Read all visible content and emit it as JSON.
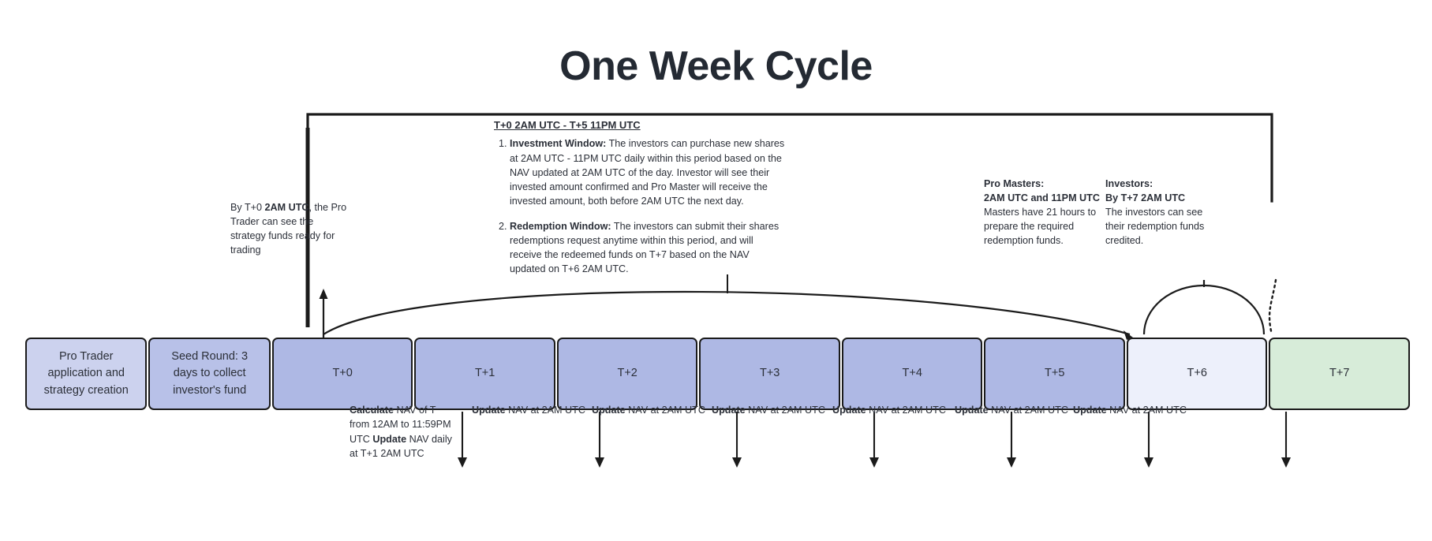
{
  "title": "One Week Cycle",
  "timeline": {
    "boxes": [
      {
        "label": "Pro Trader application and strategy creation",
        "color": "#ccd2ee",
        "width": 150
      },
      {
        "label": "Seed Round: 3 days  to collect investor's fund",
        "color": "#b8c1e8",
        "width": 150
      },
      {
        "label": "T+0",
        "color": "#aeb8e4",
        "width": 174
      },
      {
        "label": "T+1",
        "color": "#aeb8e4",
        "width": 174
      },
      {
        "label": "T+2",
        "color": "#aeb8e4",
        "width": 174
      },
      {
        "label": "T+3",
        "color": "#aeb8e4",
        "width": 174
      },
      {
        "label": "T+4",
        "color": "#aeb8e4",
        "width": 174
      },
      {
        "label": "T+5",
        "color": "#aeb8e4",
        "width": 174
      },
      {
        "label": "T+6",
        "color": "#edf0fb",
        "width": 174
      },
      {
        "label": "T+7",
        "color": "#d7ecd9",
        "width": 174
      }
    ]
  },
  "window_block": {
    "heading": "T+0 2AM UTC - T+5 11PM UTC",
    "items": [
      {
        "term": "Investment Window:",
        "text": " The investors can purchase new shares at 2AM UTC - 11PM UTC daily within this period based on the NAV updated at 2AM UTC of the day. Investor will see their invested amount confirmed and Pro Master will receive the invested amount, both before 2AM UTC the next day."
      },
      {
        "term": "Redemption Window:",
        "text": " The investors can submit their shares redemptions request anytime within this period, and will receive the redeemed funds on T+7 based on the NAV updated on T+6 2AM UTC."
      }
    ]
  },
  "note_left": {
    "pre": "By T+0 ",
    "bold": "2AM UTC",
    "post": ", the Pro Trader can see the strategy funds ready for trading"
  },
  "note_pro_masters": {
    "title": "Pro Masters:",
    "subtitle": "2AM UTC and 11PM UTC",
    "body": "Masters have 21 hours to prepare the required redemption funds."
  },
  "note_investors": {
    "title": "Investors:",
    "subtitle": "By T+7 2AM UTC",
    "body": "The investors can see their redemption funds credited."
  },
  "bottom_labels": [
    {
      "bold1": "Calculate",
      "text1": " NAV of T from 12AM to 11:59PM UTC ",
      "bold2": "Update",
      "text2": " NAV daily at T+1 2AM UTC"
    },
    {
      "bold1": "Update",
      "text1": " NAV at 2AM UTC"
    },
    {
      "bold1": "Update",
      "text1": " NAV at 2AM UTC"
    },
    {
      "bold1": "Update",
      "text1": " NAV at 2AM UTC"
    },
    {
      "bold1": "Update",
      "text1": " NAV at 2AM UTC"
    },
    {
      "bold1": "Update",
      "text1": " NAV at 2AM UTC"
    },
    {
      "bold1": "Update",
      "text1": " NAV at 2AM UTC"
    }
  ],
  "colors": {
    "stroke": "#1b1b1b",
    "text": "#2b2f38",
    "periwinkle": "#aeb8e4",
    "green": "#d7ecd9",
    "pale": "#edf0fb"
  }
}
